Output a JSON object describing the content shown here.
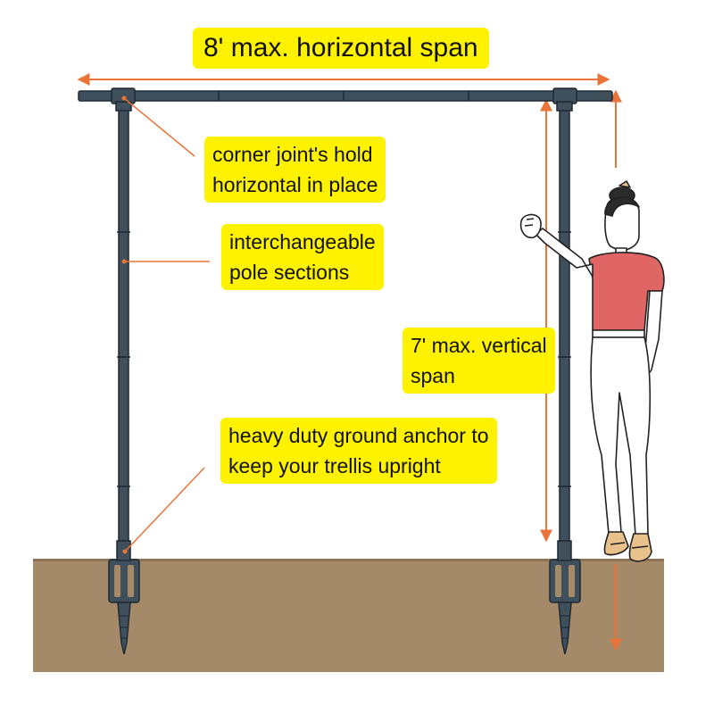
{
  "labels": {
    "horizontal_span": "8' max. horizontal span",
    "corner_joint": [
      "corner joint's hold",
      "horizontal in place"
    ],
    "pole_sections": [
      "interchangeable",
      "pole sections"
    ],
    "vertical_span": [
      "7' max. vertical",
      "span"
    ],
    "ground_anchor": [
      "heavy duty ground anchor to",
      "keep your trellis upright"
    ]
  },
  "colors": {
    "pipe": "#3f4f5c",
    "pipe_outline": "#1f2a33",
    "ground": "#a58a69",
    "arrow": "#e8743a",
    "label_bg": "#fff200",
    "shirt": "#e06565"
  }
}
